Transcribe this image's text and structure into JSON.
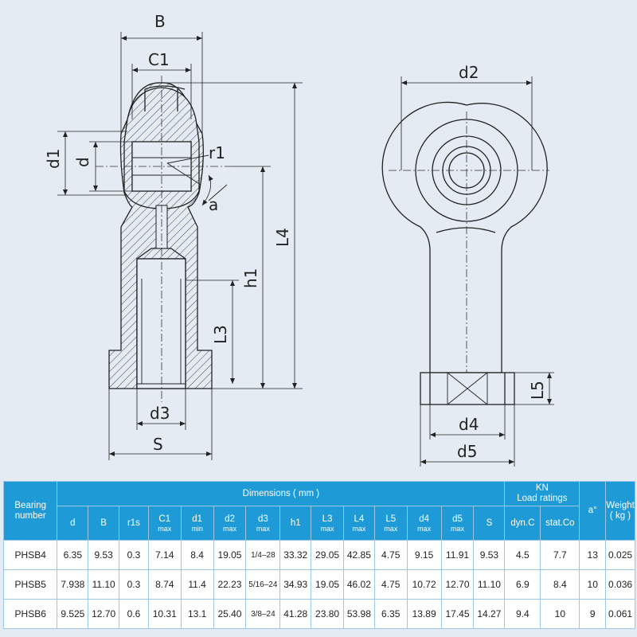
{
  "drawing": {
    "labels": {
      "B": "B",
      "C1": "C1",
      "d1": "d1",
      "d": "d",
      "r1": "r1",
      "a": "a",
      "L4": "L4",
      "h1": "h1",
      "L3": "L3",
      "d3": "d3",
      "S": "S",
      "d2": "d2",
      "L5": "L5",
      "d4": "d4",
      "d5": "d5"
    }
  },
  "table": {
    "header": {
      "bearing_number": [
        "Bearing",
        "number"
      ],
      "dimensions": "Dimensions ( mm )",
      "load_ratings": [
        "KN",
        "Load ratings"
      ],
      "angle": "a°",
      "weight": [
        "Weight",
        "( kg )"
      ]
    },
    "columns": [
      {
        "label": "d",
        "sub": ""
      },
      {
        "label": "B",
        "sub": ""
      },
      {
        "label": "r1s",
        "sub": ""
      },
      {
        "label": "C1",
        "sub": "max"
      },
      {
        "label": "d1",
        "sub": "min"
      },
      {
        "label": "d2",
        "sub": "max"
      },
      {
        "label": "d3",
        "sub": "max"
      },
      {
        "label": "h1",
        "sub": ""
      },
      {
        "label": "L3",
        "sub": "max"
      },
      {
        "label": "L4",
        "sub": "max"
      },
      {
        "label": "L5",
        "sub": "max"
      },
      {
        "label": "d4",
        "sub": "max"
      },
      {
        "label": "d5",
        "sub": "max"
      },
      {
        "label": "S",
        "sub": ""
      }
    ],
    "load_columns": [
      "dyn.C",
      "stat.Co"
    ],
    "rows": [
      {
        "name": "PHSB4",
        "dims": [
          "6.35",
          "9.53",
          "0.3",
          "7.14",
          "8.4",
          "19.05",
          "1/4–28",
          "33.32",
          "29.05",
          "42.85",
          "4.75",
          "9.15",
          "11.91",
          "9.53"
        ],
        "dyn": "4.5",
        "stat": "7.7",
        "angle": "13",
        "weight": "0.025"
      },
      {
        "name": "PHSB5",
        "dims": [
          "7.938",
          "11.10",
          "0.3",
          "8.74",
          "11.4",
          "22.23",
          "5/16–24",
          "34.93",
          "19.05",
          "46.02",
          "4.75",
          "10.72",
          "12.70",
          "11.10"
        ],
        "dyn": "6.9",
        "stat": "8.4",
        "angle": "10",
        "weight": "0.036"
      },
      {
        "name": "PHSB6",
        "dims": [
          "9.525",
          "12.70",
          "0.6",
          "10.31",
          "13.1",
          "25.40",
          "3/8–24",
          "41.28",
          "23.80",
          "53.98",
          "6.35",
          "13.89",
          "17.45",
          "14.27"
        ],
        "dyn": "9.4",
        "stat": "10",
        "angle": "9",
        "weight": "0.061"
      }
    ]
  }
}
